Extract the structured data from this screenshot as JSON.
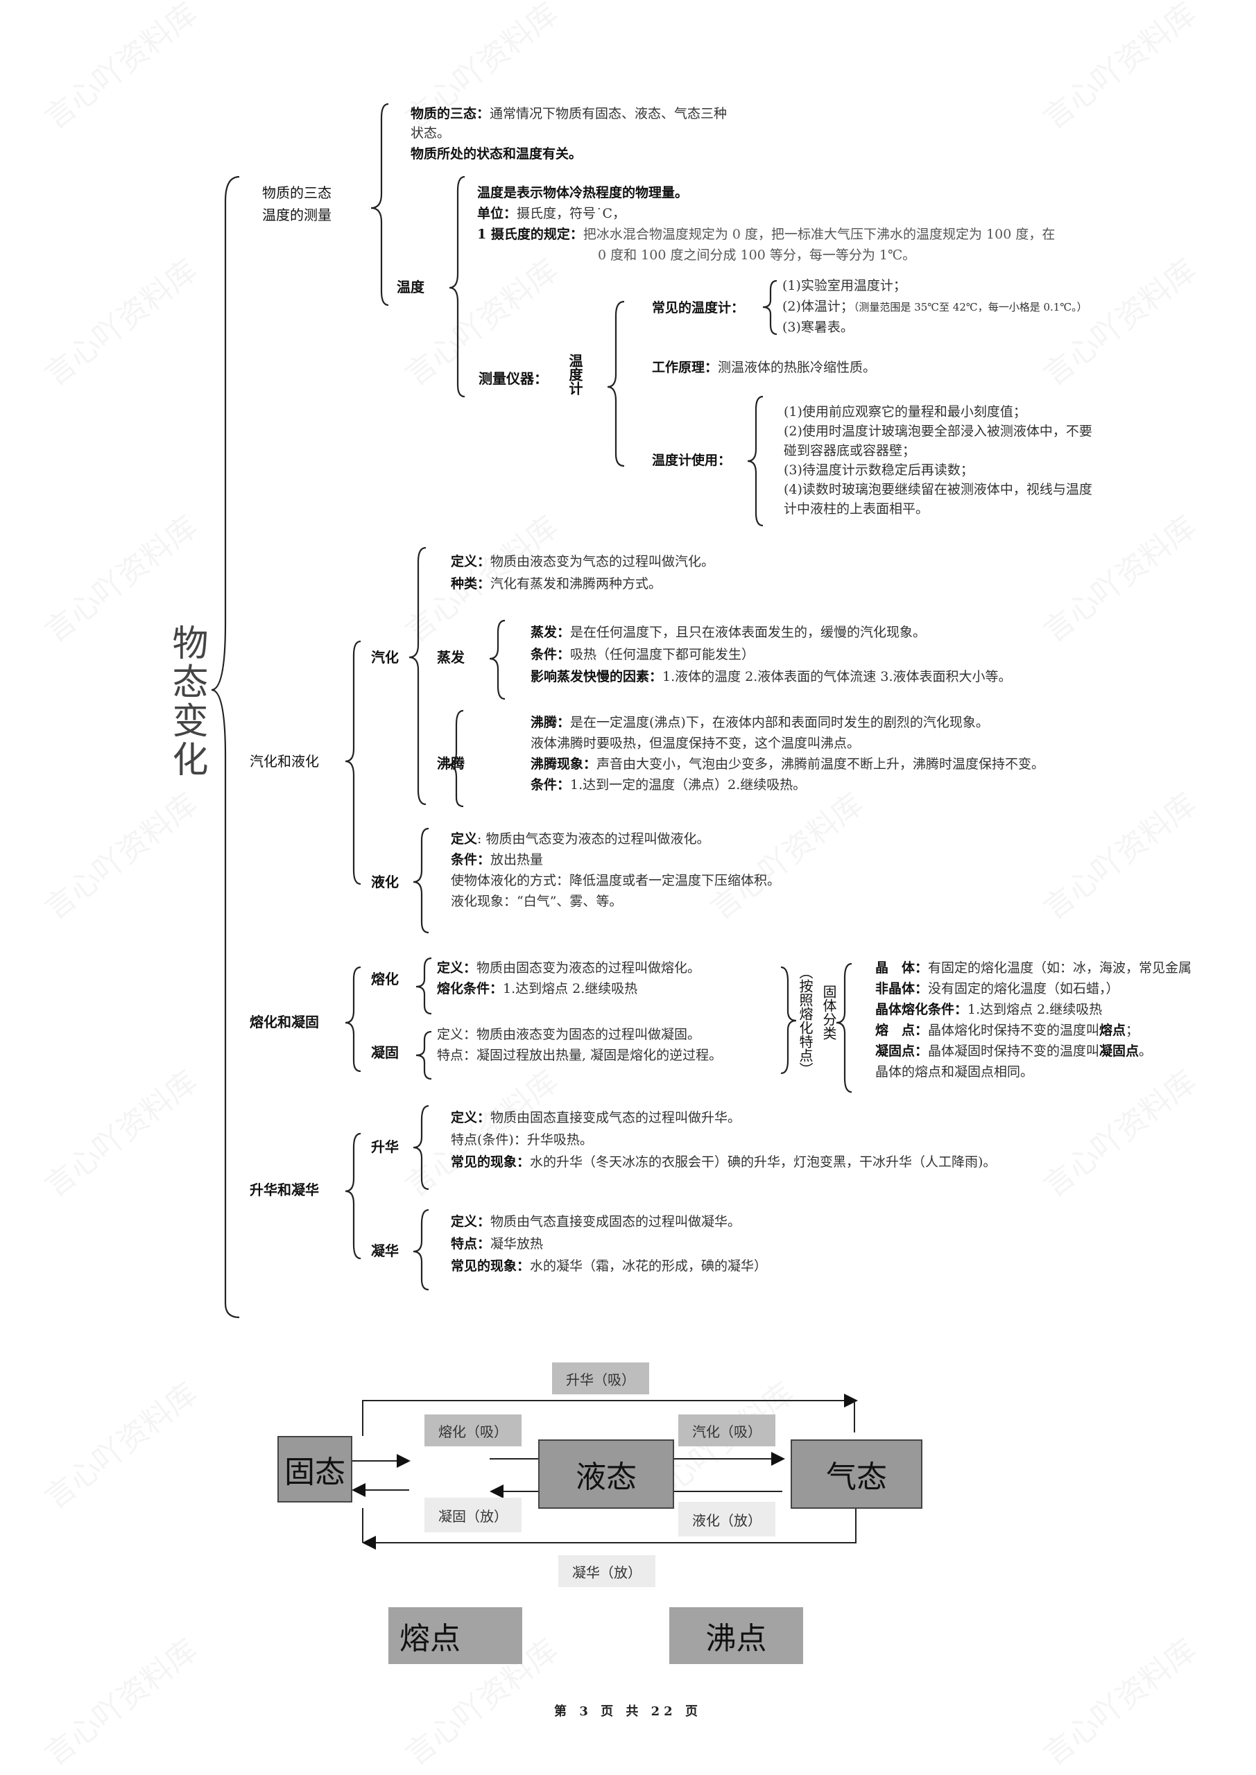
{
  "watermark": "言心吖资料库",
  "title": "物态变化",
  "sections": {
    "states_temp": {
      "label_line1": "物质的三态",
      "label_line2": "温度的测量",
      "three_states": {
        "head": "物质的三态：",
        "body": "通常情况下物质有固态、液态、气态三种",
        "body2": "状态。",
        "note": "物质所处的状态和温度有关。"
      },
      "temperature": {
        "label": "温度",
        "def": "温度是表示物体冷热程度的物理量。",
        "unit_head": "单位：",
        "unit_body": "摄氏度，符号˙C，",
        "rule_head": "1 摄氏度的规定：",
        "rule_body1": "把冰水混合物温度规定为 0 度，把一标准大气压下沸水的温度规定为 100 度，在",
        "rule_body2": "0 度和 100 度之间分成 100 等分，每一等分为 1℃。",
        "instrument_label": "测量仪器：",
        "thermometer_label": "温度计",
        "common": {
          "label": "常见的温度计：",
          "items": [
            "(1)实验室用温度计；",
            "(2)体温计；",
            "(3)寒暑表。"
          ],
          "item2_note": "（测量范围是 35℃至 42℃，每一小格是 0.1℃。）"
        },
        "principle_head": "工作原理：",
        "principle_body": "测温液体的热胀冷缩性质。",
        "usage": {
          "label": "温度计使用：",
          "lines": [
            "(1)使用前应观察它的量程和最小刻度值；",
            "(2)使用时温度计玻璃泡要全部浸入被测液体中，不要",
            "碰到容器底或容器壁；",
            "(3)待温度计示数稳定后再读数；",
            "(4)读数时玻璃泡要继续留在被测液体中，视线与温度",
            "计中液柱的上表面相平。"
          ]
        }
      }
    },
    "vaporize_liquefy": {
      "label": "汽化和液化",
      "vaporize": {
        "label": "汽化",
        "def_head": "定义：",
        "def_body": "物质由液态变为气态的过程叫做汽化。",
        "kind_head": "种类：",
        "kind_body": "汽化有蒸发和沸腾两种方式。",
        "evaporation": {
          "label": "蒸发",
          "l1_head": "蒸发：",
          "l1_body": "是在任何温度下，且只在液体表面发生的，缓慢的汽化现象。",
          "l2_head": "条件：",
          "l2_body": "吸热（任何温度下都可能发生）",
          "l3_head": "影响蒸发快慢的因素：",
          "l3_body": "1.液体的温度 2.液体表面的气体流速 3.液体表面积大小等。"
        },
        "boiling": {
          "label": "沸腾",
          "l1_head": "沸腾：",
          "l1_body": "是在一定温度(沸点)下，在液体内部和表面同时发生的剧烈的汽化现象。",
          "l2_body": "液体沸腾时要吸热，但温度保持不变，这个温度叫沸点。",
          "l3_head": "沸腾现象：",
          "l3_body": "声音由大变小，气泡由少变多，沸腾前温度不断上升，沸腾时温度保持不变。",
          "l4_head": "条件：",
          "l4_body": "1.达到一定的温度（沸点）2.继续吸热。"
        }
      },
      "liquefy": {
        "label": "液化",
        "def_head": "定义",
        "def_body": ": 物质由气态变为液态的过程叫做液化。",
        "cond_head": "条件：",
        "cond_body": "放出热量",
        "method": "使物体液化的方式：降低温度或者一定温度下压缩体积。",
        "phenomena": "液化现象：“白气”、雾、等。"
      }
    },
    "melt_solidify": {
      "label": "熔化和凝固",
      "melt": {
        "label": "熔化",
        "def_head": "定义：",
        "def_body": "物质由固态变为液态的过程叫做熔化。",
        "cond_head": "熔化条件：",
        "cond_body": "1.达到熔点 2.继续吸热"
      },
      "solidify": {
        "label": "凝固",
        "def": "定义：物质由液态变为固态的过程叫做凝固。",
        "feature": "特点：凝固过程放出热量, 凝固是熔化的逆过程。"
      },
      "classify_by": "（按照熔化特点）",
      "classify_label": "固体分类",
      "solid_types": {
        "crystal_head": "晶　体：",
        "crystal_body": "有固定的熔化温度（如：冰，海波，常见金属",
        "amorphous_head": "非晶体：",
        "amorphous_body": "没有固定的熔化温度（如石蜡，）",
        "crystal_cond_head": "晶体熔化条件：",
        "crystal_cond_body": "1.达到熔点 2.继续吸热",
        "mp_head": "熔　点：",
        "mp_body": "晶体熔化时保持不变的温度叫",
        "mp_term": "熔点",
        "mp_end": "；",
        "fp_head": "凝固点：",
        "fp_body": "晶体凝固时保持不变的温度叫",
        "fp_term": "凝固点",
        "fp_end": "。",
        "same": "晶体的熔点和凝固点相同。"
      }
    },
    "sublimate_deposit": {
      "label": "升华和凝华",
      "sublimate": {
        "label": "升华",
        "def_head": "定义：",
        "def_body": "物质由固态直接变成气态的过程叫做升华。",
        "feature": "特点(条件)：升华吸热。",
        "ex_head": "常见的现象：",
        "ex_body": "水的升华（冬天冰冻的衣服会干）碘的升华，灯泡变黑，干冰升华（人工降雨)。"
      },
      "deposit": {
        "label": "凝华",
        "def_head": "定义：",
        "def_body": "物质由气态直接变成固态的过程叫做凝华。",
        "feat_head": "特点：",
        "feat_body": "凝华放热",
        "ex_head": "常见的现象：",
        "ex_body": "水的凝华（霜，冰花的形成，碘的凝华）"
      }
    }
  },
  "diagram": {
    "states": {
      "solid": "固态",
      "liquid": "液态",
      "gas": "气态"
    },
    "processes": {
      "sublimation": "升华（吸）",
      "melting": "熔化（吸）",
      "vaporization": "汽化（吸）",
      "solidification": "凝固（放）",
      "liquefaction": "液化（放）",
      "deposition": "凝华（放）"
    },
    "points": {
      "melting_point": "熔点",
      "boiling_point": "沸点"
    }
  },
  "footer": {
    "text": "第 3 页 共 22 页"
  }
}
